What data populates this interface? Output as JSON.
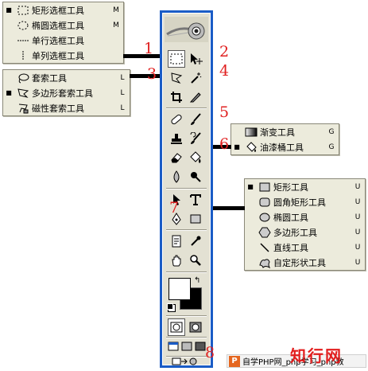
{
  "marquee_flyout": {
    "items": [
      {
        "label": "矩形选框工具",
        "key": "M",
        "icon": "rect-marquee-icon",
        "selected": true
      },
      {
        "label": "椭圆选框工具",
        "key": "M",
        "icon": "ellipse-marquee-icon",
        "selected": false
      },
      {
        "label": "单行选框工具",
        "key": "",
        "icon": "single-row-marquee-icon",
        "selected": false
      },
      {
        "label": "单列选框工具",
        "key": "",
        "icon": "single-column-marquee-icon",
        "selected": false
      }
    ]
  },
  "lasso_flyout": {
    "items": [
      {
        "label": "套索工具",
        "key": "L",
        "icon": "lasso-icon",
        "selected": false
      },
      {
        "label": "多边形套索工具",
        "key": "L",
        "icon": "polygon-lasso-icon",
        "selected": true
      },
      {
        "label": "磁性套索工具",
        "key": "L",
        "icon": "magnetic-lasso-icon",
        "selected": false
      }
    ]
  },
  "fill_flyout": {
    "items": [
      {
        "label": "渐变工具",
        "key": "G",
        "icon": "gradient-icon",
        "selected": false
      },
      {
        "label": "油漆桶工具",
        "key": "G",
        "icon": "paint-bucket-icon",
        "selected": true
      }
    ]
  },
  "shape_flyout": {
    "items": [
      {
        "label": "矩形工具",
        "key": "U",
        "icon": "rectangle-shape-icon",
        "selected": true
      },
      {
        "label": "圆角矩形工具",
        "key": "U",
        "icon": "rounded-rectangle-icon",
        "selected": false
      },
      {
        "label": "椭圆工具",
        "key": "U",
        "icon": "ellipse-shape-icon",
        "selected": false
      },
      {
        "label": "多边形工具",
        "key": "U",
        "icon": "polygon-shape-icon",
        "selected": false
      },
      {
        "label": "直线工具",
        "key": "U",
        "icon": "line-tool-icon",
        "selected": false
      },
      {
        "label": "自定形状工具",
        "key": "U",
        "icon": "custom-shape-icon",
        "selected": false
      }
    ]
  },
  "annotations": {
    "n1": "1",
    "n2": "2",
    "n3": "3",
    "n4": "4",
    "n5": "5",
    "n6": "6",
    "n7": "7",
    "n8": "8"
  },
  "watermark": {
    "logo": "知行网",
    "p_badge": "P",
    "text": "自学PHP网_php学习_php教"
  },
  "colors": {
    "toolbox_frame": "#1a5cc6",
    "panel_bg": "#ecebdc",
    "annotation": "#e02020",
    "connector": "#000000"
  }
}
